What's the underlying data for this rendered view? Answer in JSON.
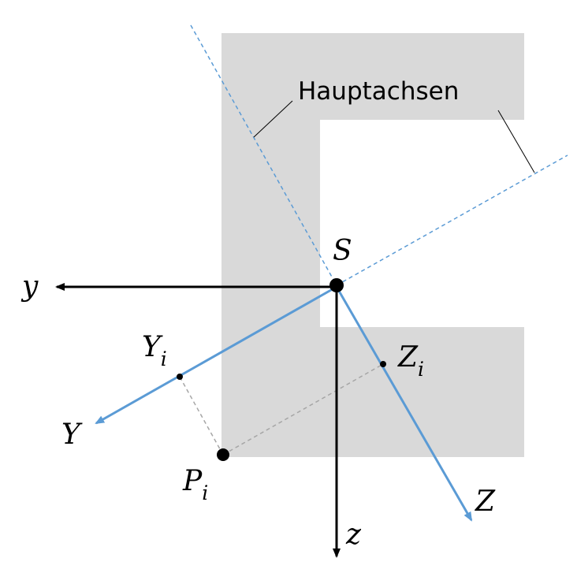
{
  "callout": {
    "text": "Hauptachsen"
  },
  "labels": {
    "S": "S",
    "y": "y",
    "z": "z",
    "Y": "Y",
    "Z": "Z",
    "Yi_main": "Y",
    "Yi_sub": "i",
    "Zi_main": "Z",
    "Zi_sub": "i",
    "Pi_main": "P",
    "Pi_sub": "i"
  },
  "colors": {
    "shape_fill": "#d9d9d9",
    "principal_axis": "#5b9bd5",
    "axis": "#000000",
    "projection": "#a6a6a6"
  }
}
